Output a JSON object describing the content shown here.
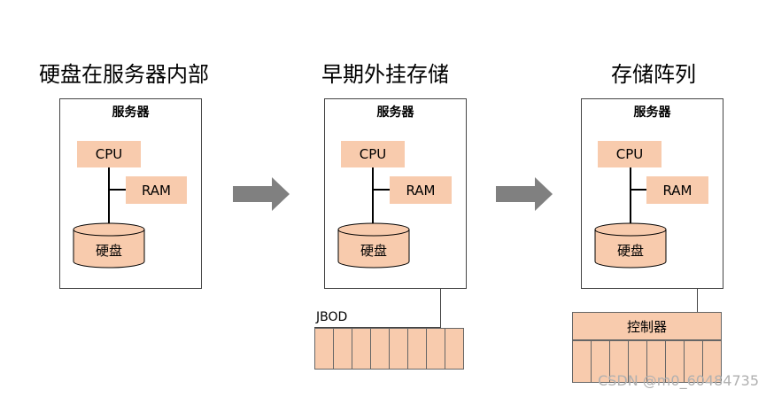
{
  "columns": [
    {
      "title": "硬盘在服务器内部",
      "server": "服务器",
      "cpu": "CPU",
      "ram": "RAM",
      "disk": "硬盘"
    },
    {
      "title": "早期外挂存储",
      "server": "服务器",
      "cpu": "CPU",
      "ram": "RAM",
      "disk": "硬盘",
      "external_label": "JBOD"
    },
    {
      "title": "存储阵列",
      "server": "服务器",
      "cpu": "CPU",
      "ram": "RAM",
      "disk": "硬盘",
      "controller": "控制器"
    }
  ],
  "watermark": "CSDN @m0_60484735",
  "colors": {
    "fill": "#f8cbad",
    "arrow": "#808080"
  }
}
